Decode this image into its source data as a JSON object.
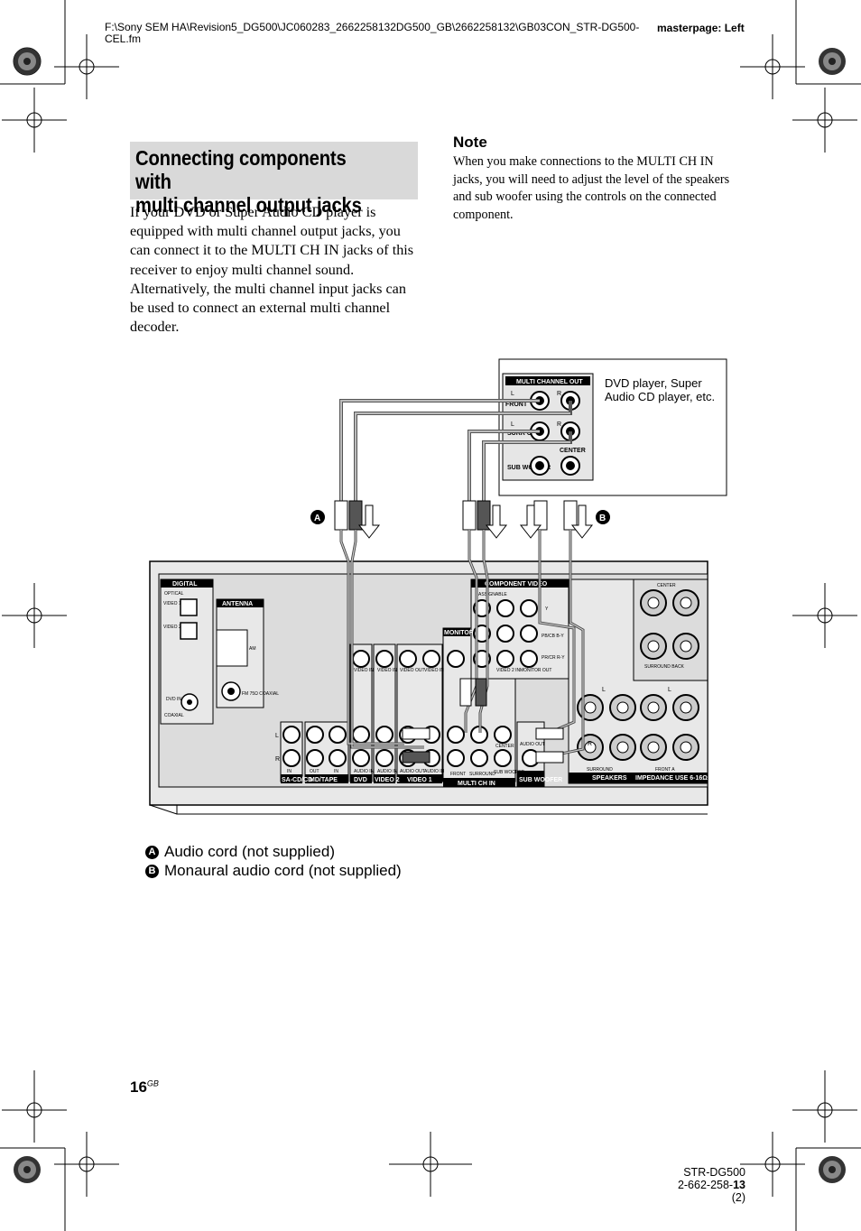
{
  "header": {
    "file_path": "F:\\Sony SEM HA\\Revision5_DG500\\JC060283_2662258132DG500_GB\\2662258132\\GB03CON_STR-DG500-CEL.fm",
    "masterpage": "masterpage: Left"
  },
  "section": {
    "title_line1": "Connecting components with",
    "title_line2": "multi channel output jacks",
    "body": "If your DVD or Super Audio CD player is equipped with multi channel output jacks, you can connect it to the MULTI CH IN jacks of this receiver to enjoy multi channel sound. Alternatively, the multi channel input jacks can be used to connect an external multi channel decoder."
  },
  "note": {
    "heading": "Note",
    "text": "When you make connections to the MULTI CH IN jacks, you will need to adjust the level of the speakers and sub woofer using the controls on the connected component."
  },
  "diagram": {
    "player_caption": "DVD player, Super Audio CD player, etc.",
    "player_panel": {
      "title": "MULTI CHANNEL OUT",
      "front": "FRONT",
      "surround": "SURR OUND",
      "center": "CENTER",
      "sub_woofer": "SUB WOOFER",
      "l": "L",
      "r": "R"
    },
    "badge_a": "A",
    "badge_b": "B",
    "receiver": {
      "digital": "DIGITAL",
      "optical": "OPTICAL",
      "video1_in": "VIDEO 1 IN",
      "video2_in": "VIDEO 2 IN",
      "dvd_in": "DVD IN",
      "coaxial": "COAXIAL",
      "antenna": "ANTENNA",
      "am": "AM",
      "fm": "FM 75Ω COAXIAL",
      "component_video": "COMPONENT VIDEO",
      "assignable": "ASSIGNABLE",
      "monitor": "MONITOR",
      "y": "Y",
      "pb": "PB/CB B-Y",
      "pr": "PR/CR R-Y",
      "video_in": "VIDEO IN",
      "video_out": "VIDEO OUT",
      "monitor_out": "MONITOR OUT",
      "video2_in_jack": "VIDEO 2 IN",
      "audio_in": "AUDIO IN",
      "audio_out": "AUDIO OUT",
      "in": "IN",
      "out": "OUT",
      "sa_cd": "SA-CD/CD",
      "md_tape": "MD/TAPE",
      "dvd": "DVD",
      "video2": "VIDEO 2",
      "video1": "VIDEO 1",
      "multi_ch_in": "MULTI CH IN",
      "front": "FRONT",
      "surround": "SURROUND",
      "center": "CENTER",
      "sub_woofer": "SUB WOOFER",
      "audio_out_small": "AUDIO OUT",
      "sub_woofer_box": "SUB WOOFER",
      "speakers": "SPEAKERS",
      "impedance": "IMPEDANCE USE 6-16Ω",
      "center_spk": "CENTER",
      "surround_back": "SURROUND BACK",
      "surround_spk": "SURROUND",
      "front_a": "FRONT A",
      "l": "L",
      "r": "R"
    }
  },
  "legend": [
    {
      "badge": "A",
      "text": "Audio cord (not supplied)"
    },
    {
      "badge": "B",
      "text": "Monaural audio cord (not supplied)"
    }
  ],
  "footer": {
    "page_number": "16",
    "page_suffix": "GB",
    "model": "STR-DG500",
    "code_prefix": "2-662-258-",
    "code_bold": "13",
    "code_suffix": " (2)"
  }
}
